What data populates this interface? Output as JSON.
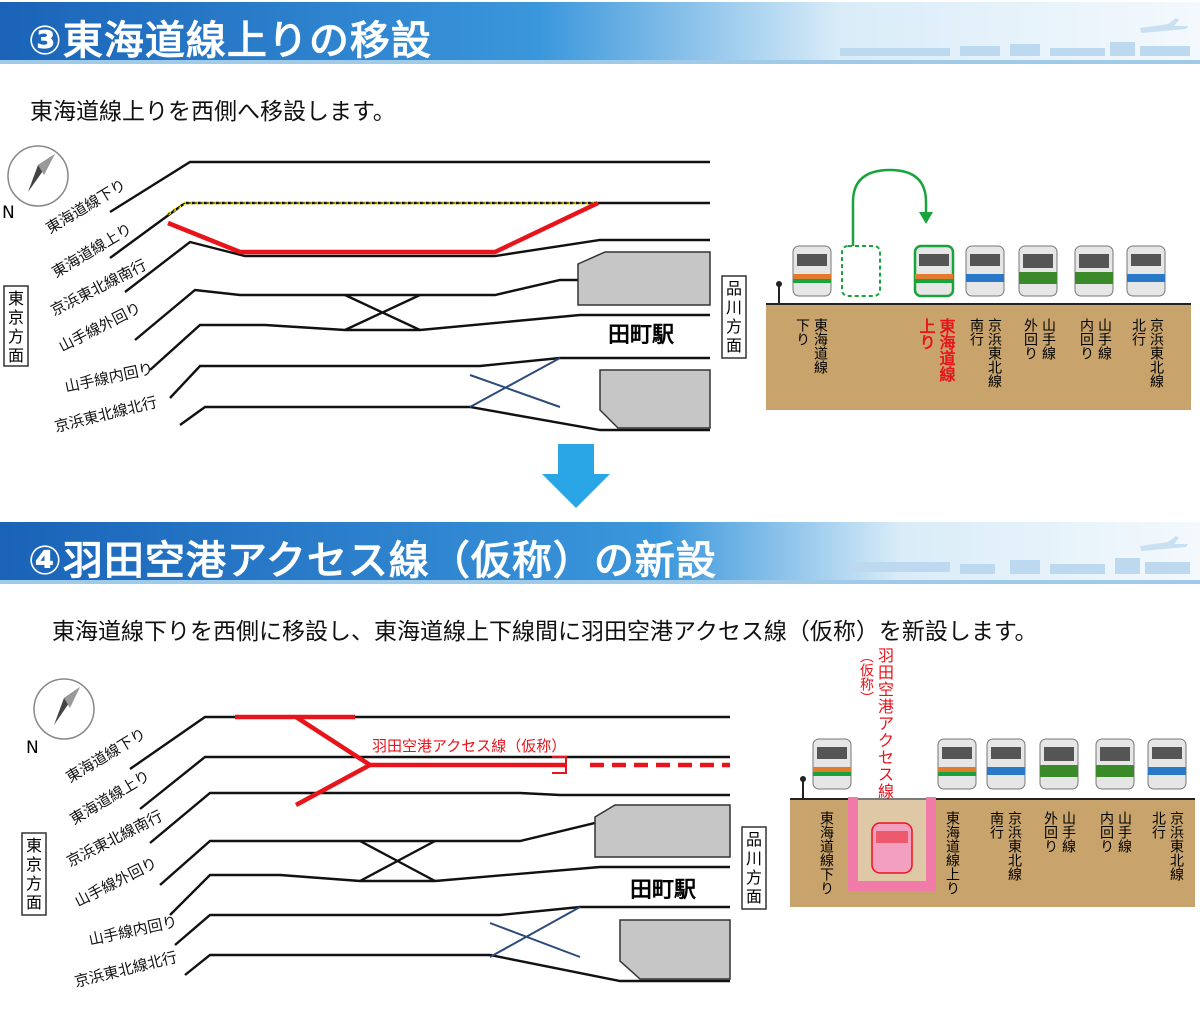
{
  "section3": {
    "title": "③東海道線上りの移設",
    "subtitle": "東海道線上りを西側へ移設します。",
    "compass_label": "N",
    "direction_left": [
      "東",
      "京",
      "方",
      "面"
    ],
    "direction_right": [
      "品",
      "川",
      "方",
      "面"
    ],
    "station": "田町駅",
    "track_labels": [
      "東海道線下り",
      "東海道線上り",
      "京浜東北線南行",
      "山手線外回り",
      "山手線内回り",
      "京浜東北線北行"
    ],
    "cross_section_labels": [
      {
        "lines": [
          "東海道線",
          "下り"
        ],
        "color": "#222222"
      },
      {
        "lines": [
          "東海道線",
          "上り"
        ],
        "color": "#e8141c"
      },
      {
        "lines": [
          "京浜東北線",
          "南行"
        ],
        "color": "#222222"
      },
      {
        "lines": [
          "山手線",
          "外回り"
        ],
        "color": "#222222"
      },
      {
        "lines": [
          "山手線",
          "内回り"
        ],
        "color": "#222222"
      },
      {
        "lines": [
          "京浜東北線",
          "北行"
        ],
        "color": "#222222"
      }
    ]
  },
  "section4": {
    "title": "④羽田空港アクセス線（仮称）の新設",
    "subtitle": "東海道線下りを西側に移設し、東海道線上下線間に羽田空港アクセス線（仮称）を新設します。",
    "compass_label": "N",
    "direction_left": [
      "東",
      "京",
      "方",
      "面"
    ],
    "direction_right": [
      "品",
      "川",
      "方",
      "面"
    ],
    "station": "田町駅",
    "new_line_label": "羽田空港アクセス線（仮称）",
    "new_line_vertical": [
      "羽",
      "田",
      "空",
      "港",
      "ア",
      "ク",
      "セ",
      "ス",
      "線"
    ],
    "new_line_vertical_note": "（仮称）",
    "track_labels": [
      "東海道線下り",
      "東海道線上り",
      "京浜東北線南行",
      "山手線外回り",
      "山手線内回り",
      "京浜東北線北行"
    ],
    "cross_section_labels": [
      {
        "lines": [
          "東海道線下り"
        ],
        "color": "#222222"
      },
      {
        "lines": [
          "東海道線上り"
        ],
        "color": "#222222"
      },
      {
        "lines": [
          "京浜東北線",
          "南行"
        ],
        "color": "#222222"
      },
      {
        "lines": [
          "山手線",
          "外回り"
        ],
        "color": "#222222"
      },
      {
        "lines": [
          "山手線",
          "内回り"
        ],
        "color": "#222222"
      },
      {
        "lines": [
          "京浜東北線",
          "北行"
        ],
        "color": "#222222"
      }
    ]
  },
  "colors": {
    "banner_dark": "#1f6fc6",
    "banner_light": "#eaf4fb",
    "highlight_red": "#e8141c",
    "highlight_yellow": "#fff000",
    "arrow_blue": "#2aa6e6",
    "green_move": "#1aa33c",
    "ground": "#c8a46c",
    "platform_gray": "#c6c6c6",
    "pink_tunnel": "#f07aa8"
  },
  "icons": [
    "compass-icon",
    "down-arrow-icon",
    "train-icon",
    "airplane-icon"
  ]
}
